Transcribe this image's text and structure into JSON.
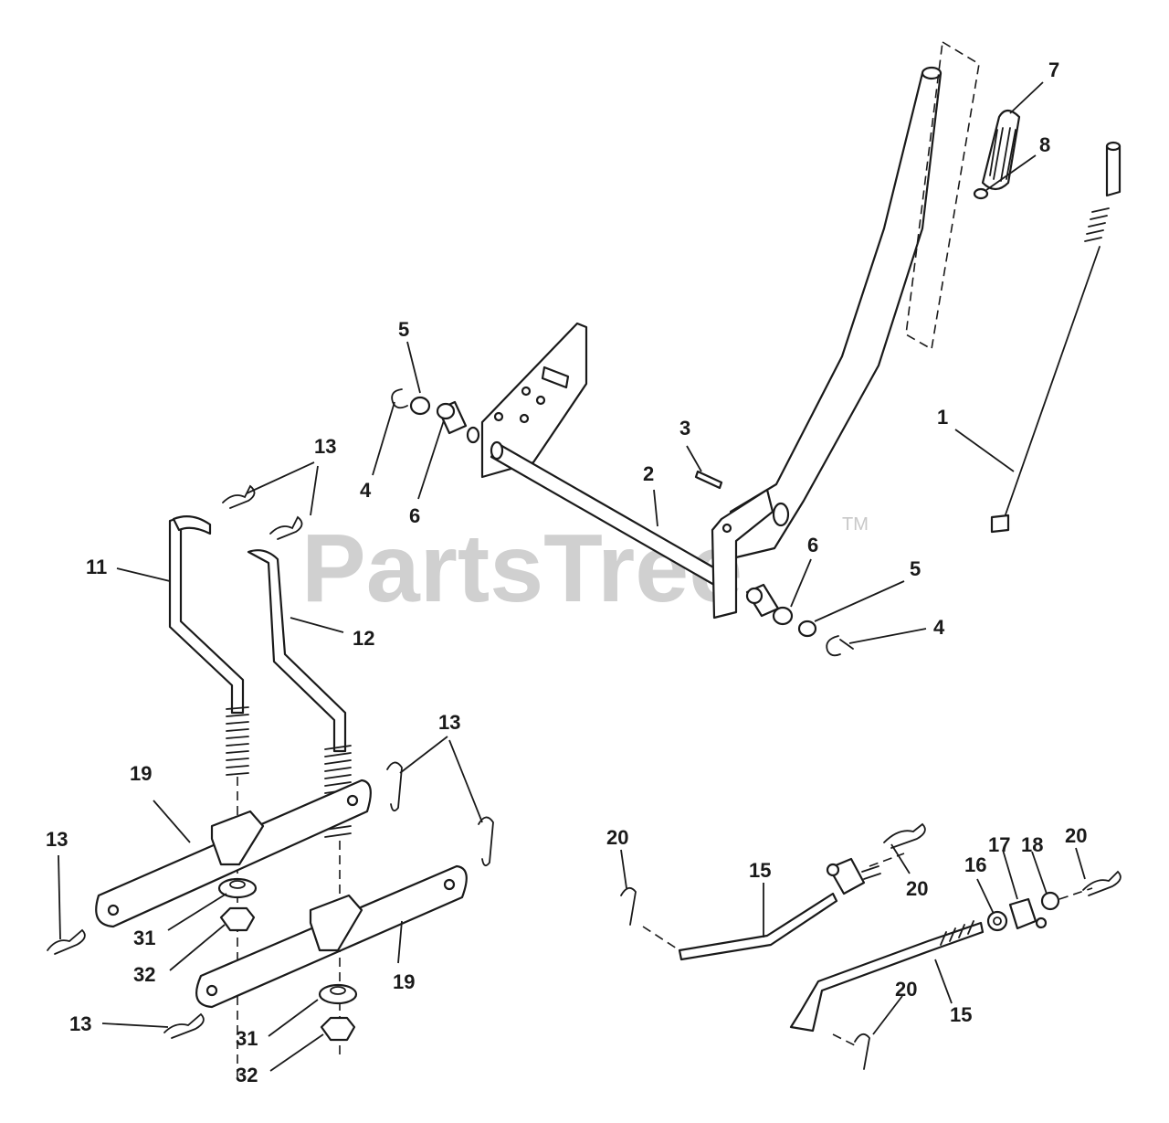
{
  "watermark": {
    "text": "PartsTree",
    "mark": "TM"
  },
  "callouts": {
    "c1": "1",
    "c2": "2",
    "c3": "3",
    "c4a": "4",
    "c4b": "4",
    "c5a": "5",
    "c5b": "5",
    "c6a": "6",
    "c6b": "6",
    "c7": "7",
    "c8": "8",
    "c11": "11",
    "c12": "12",
    "c13a": "13",
    "c13b": "13",
    "c13c": "13",
    "c13d": "13",
    "c15a": "15",
    "c15b": "15",
    "c16": "16",
    "c17": "17",
    "c18": "18",
    "c19a": "19",
    "c19b": "19",
    "c20a": "20",
    "c20b": "20",
    "c20c": "20",
    "c20d": "20",
    "c31a": "31",
    "c31b": "31",
    "c32a": "32",
    "c32b": "32"
  }
}
